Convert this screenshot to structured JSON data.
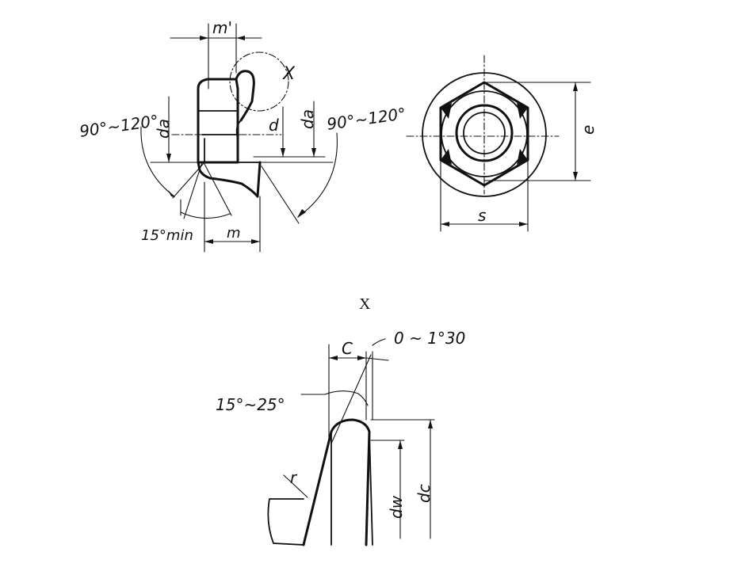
{
  "side_view": {
    "label_m_prime": "m'",
    "label_x_ref": "X",
    "label_angle_left": "90°~120°",
    "label_angle_right": "90°~120°",
    "label_da_left": "da",
    "label_dw": "d",
    "label_da_right": "da",
    "label_15min": "15°min",
    "label_m": "m"
  },
  "front_view": {
    "label_e": "e",
    "label_s": "s"
  },
  "detail": {
    "title": "X",
    "label_c": "C",
    "label_angle_small": "0 ~ 1°30",
    "label_angle_chamfer": "15°~25°",
    "label_r": "r",
    "label_dw": "dw",
    "label_dc": "dc"
  },
  "colors": {
    "ink": "#111111",
    "paper": "#ffffff"
  }
}
